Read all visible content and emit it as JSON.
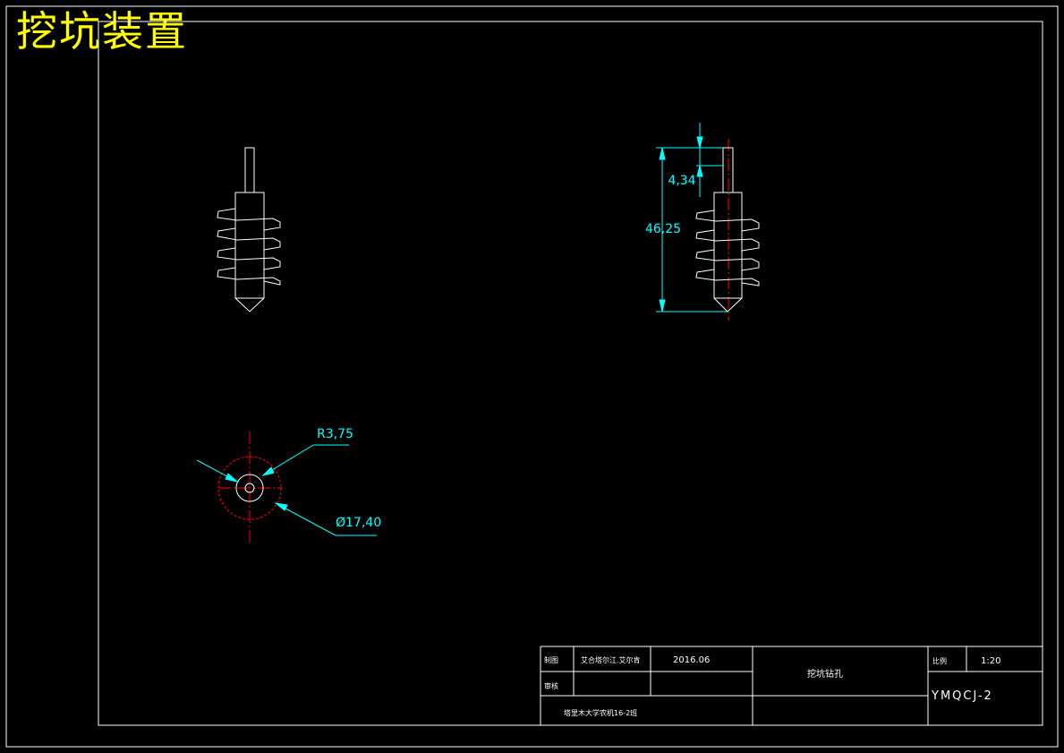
{
  "title": "挖坑装置",
  "dimensions": {
    "top_gap": "4,34",
    "total_height": "46,25",
    "radius": "R3,75",
    "diameter": "Ø17,40"
  },
  "title_block": {
    "drawn_label": "制图",
    "drawn_by": "艾合塔尔江.艾尔肯",
    "date": "2016.06",
    "review_label": "审核",
    "part_name": "挖坑钻孔",
    "scale_label": "比例",
    "scale": "1:20",
    "school_class": "塔里木大学农机16-2班",
    "drawing_number": "YMQCJ-2"
  },
  "colors": {
    "outline": "#ffffff",
    "dimension": "#00ffff",
    "centerline": "#ff0000",
    "title": "#ffff00"
  }
}
